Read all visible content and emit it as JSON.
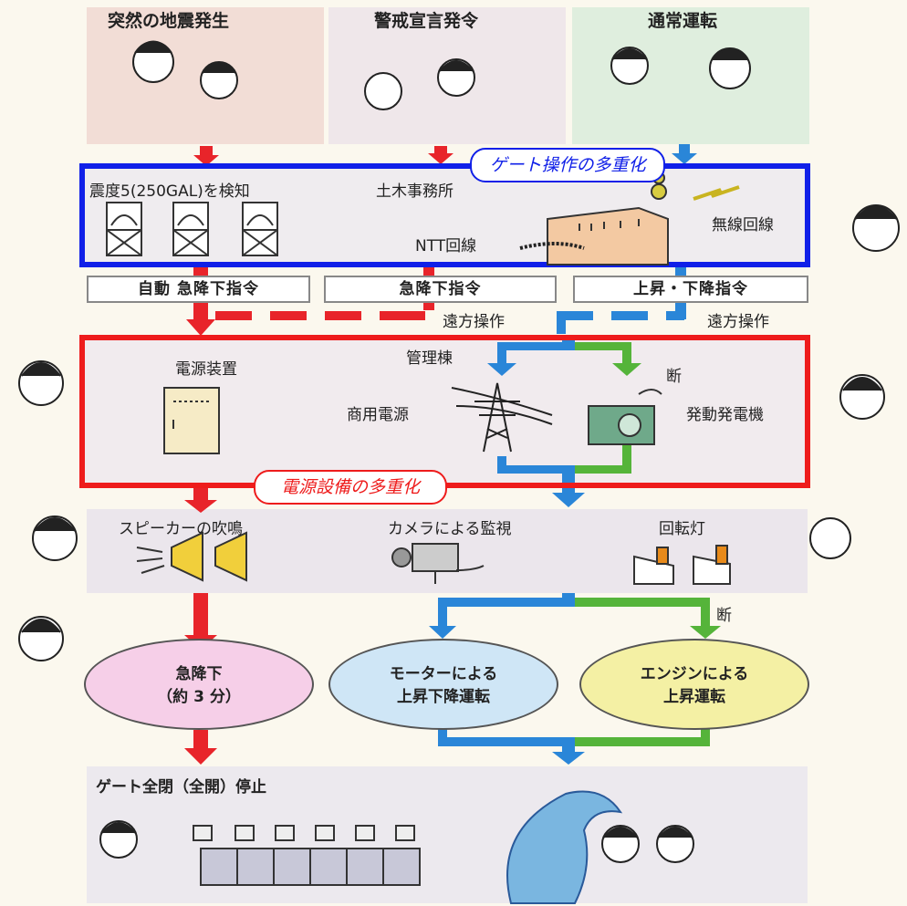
{
  "top": {
    "panel1": "突然の地震発生",
    "panel2": "警戒宣言発令",
    "panel3": "通常運転"
  },
  "gate_box": {
    "tag": "ゲート操作の多重化",
    "seismic_label": "震度5(250GAL)を検知",
    "office_label": "土木事務所",
    "ntt_label": "NTT回線",
    "radio_label": "無線回線"
  },
  "commands": {
    "auto": "自動 急降下指令",
    "rapid": "急降下指令",
    "updown": "上昇・下降指令",
    "remote1": "遠方操作",
    "remote2": "遠方操作"
  },
  "power_box": {
    "tag": "電源設備の多重化",
    "power_unit": "電源装置",
    "mgmt": "管理棟",
    "commercial": "商用電源",
    "cut": "断",
    "generator": "発動発電機"
  },
  "monitor": {
    "speaker": "スピーカーの吹鳴",
    "camera": "カメラによる監視",
    "beacon": "回転灯",
    "cut": "断"
  },
  "operations": {
    "rapid_line1": "急降下",
    "rapid_line2": "（約 3 分）",
    "motor_line1": "モーターによる",
    "motor_line2": "上昇下降運転",
    "engine_line1": "エンジンによる",
    "engine_line2": "上昇運転"
  },
  "final": {
    "label": "ゲート全閉（全開）停止"
  },
  "colors": {
    "red_arrow": "#e8242a",
    "blue_arrow": "#2a86d8",
    "green_arrow": "#55b43a",
    "gate_box": "#1020e8",
    "power_box": "#ee1c1c",
    "ellipse_pink": "#f6cfe8",
    "ellipse_blue": "#cfe6f6",
    "ellipse_yellow": "#f4f0a4"
  }
}
